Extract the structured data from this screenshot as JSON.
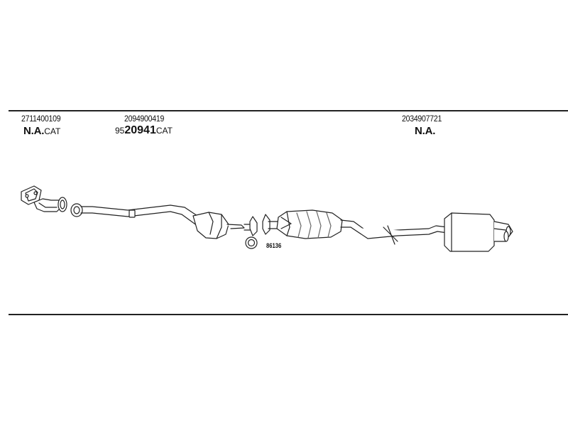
{
  "groups": [
    {
      "part_number": "2711400109",
      "code_main": "N.A.",
      "code_suffix": "CAT",
      "code_prefix": ""
    },
    {
      "part_number": "2094900419",
      "code_prefix": "95",
      "code_main": "20941",
      "code_suffix": "CAT"
    },
    {
      "part_number": "2034907721",
      "code_prefix": "",
      "code_main": "N.A.",
      "code_suffix": ""
    }
  ],
  "ring": {
    "label": "86136"
  },
  "colors": {
    "line": "#222222",
    "fill": "#ffffff",
    "shade": "#666666"
  }
}
